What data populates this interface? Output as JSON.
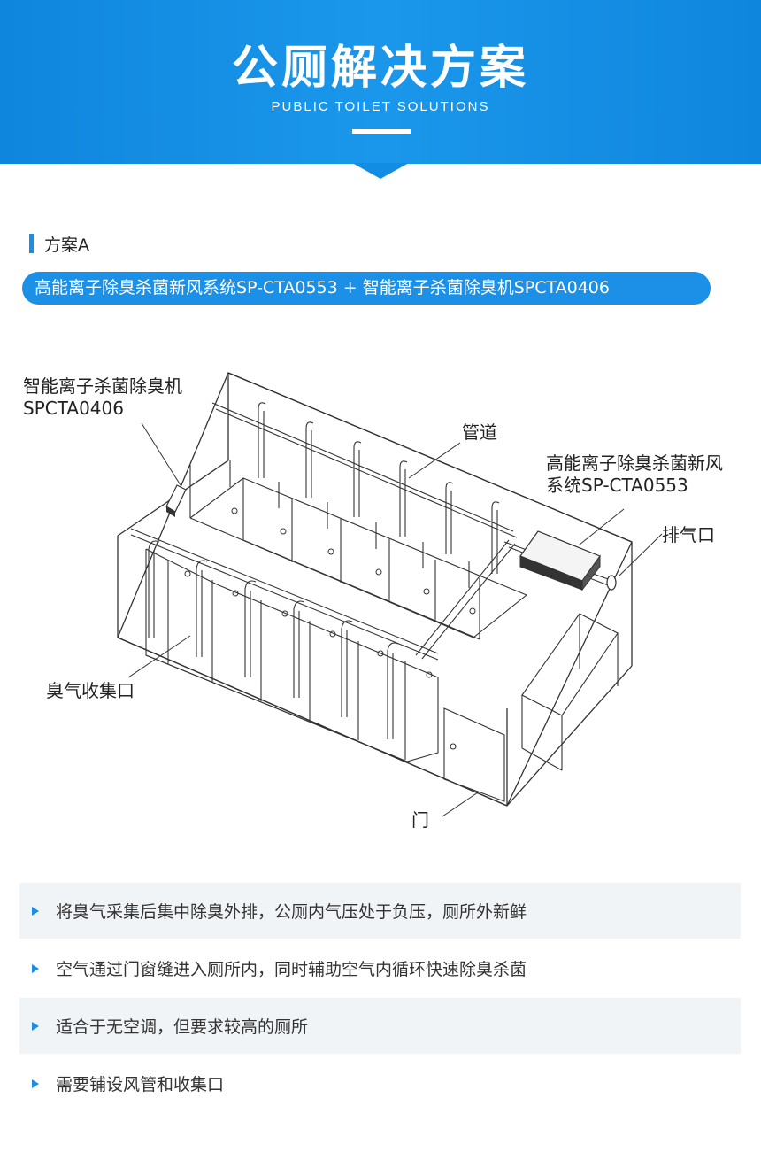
{
  "header": {
    "title": "公厕解决方案",
    "subtitle": "PUBLIC TOILET SOLUTIONS"
  },
  "scheme": {
    "label": "方案A",
    "product_line": "高能离子除臭杀菌新风系统SP-CTA0553 + 智能离子杀菌除臭机SPCTA0406"
  },
  "diagram": {
    "labels": {
      "machine_line1": "智能离子杀菌除臭机",
      "machine_line2": "SPCTA0406",
      "pipe": "管道",
      "fresh_line1": "高能离子除臭杀菌新风",
      "fresh_line2": "系统SP-CTA0553",
      "exhaust": "排气口",
      "collector": "臭气收集口",
      "door": "门"
    }
  },
  "features": [
    "将臭气采集后集中除臭外排，公厕内气压处于负压，厕所外新鲜",
    "空气通过门窗缝进入厕所内，同时辅助空气内循环快速除臭杀菌",
    "适合于无空调，但要求较高的厕所",
    "需要铺设风管和收集口"
  ],
  "colors": {
    "brand_blue": "#1a8ee6",
    "row_shade": "#f1f4f7"
  }
}
